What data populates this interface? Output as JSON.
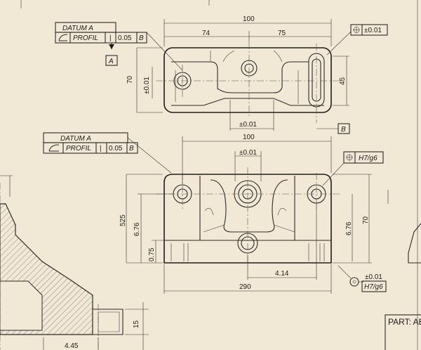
{
  "top_view": {
    "datum_label": "DATUM A",
    "profile_label": "PROFIL",
    "profile_sep": "|",
    "profile_tol": "0.05",
    "profile_ref": "B",
    "datum_ref": "A",
    "dim_overall": "100",
    "dim_left": "74",
    "dim_right": "75",
    "dim_height": "70",
    "dim_height_tol": "±0.01",
    "dim_slot": "45",
    "dim_bottom_tol": "±0.01",
    "datum_b": "B",
    "position_tol": "±0.01"
  },
  "front_view": {
    "datum_label": "DATUM A",
    "profile_label": "PROFIL",
    "profile_sep": "|",
    "profile_tol": "0.05",
    "profile_ref": "B",
    "dim_overall": "100",
    "dim_center_tol": "±0.01",
    "fit_callout": "H7/g6",
    "dim_525": "525",
    "dim_676_left": "6.76",
    "dim_075": "0.75",
    "dim_676_right": "6.76",
    "dim_70": "70",
    "dim_414": "4.14",
    "dim_290": "290",
    "bottom_tol": "±0.01",
    "bottom_fit": "H7/g6"
  },
  "left_view": {
    "dim_15": "15",
    "dim_445": "4.45"
  },
  "title_block": {
    "part_label": "PART: AB"
  }
}
